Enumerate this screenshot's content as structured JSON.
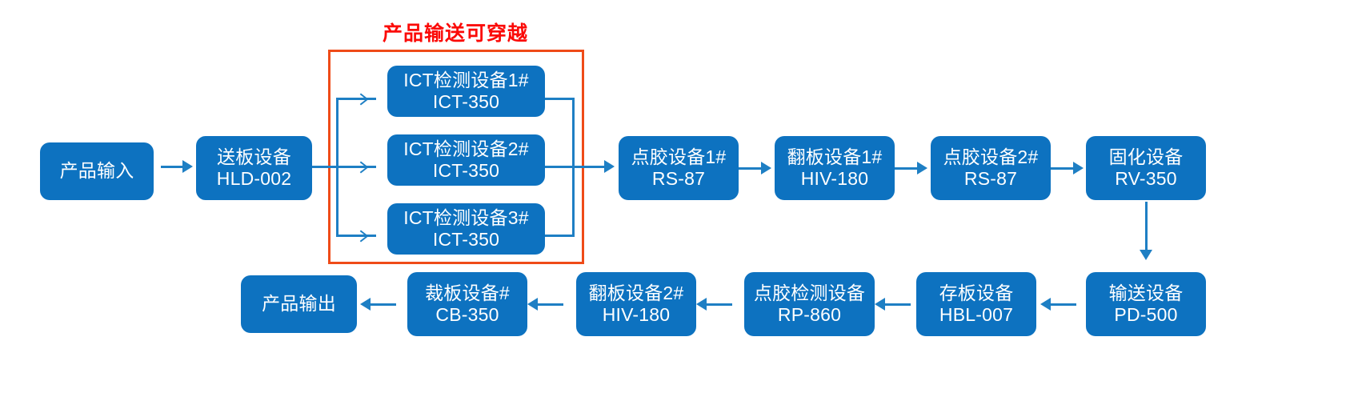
{
  "diagram": {
    "title_annotation": "产品输送可穿越",
    "colors": {
      "node_fill": "#0d72c0",
      "node_text": "#ffffff",
      "connector": "#1e7fc4",
      "highlight_border": "#ef4b18",
      "highlight_text": "#fb0a07",
      "background": "#ffffff"
    },
    "nodes": [
      {
        "id": "input",
        "line1": "产品输入",
        "line2": ""
      },
      {
        "id": "feeder",
        "line1": "送板设备",
        "line2": "HLD-002"
      },
      {
        "id": "ict1",
        "line1": "ICT检测设备1#",
        "line2": "ICT-350"
      },
      {
        "id": "ict2",
        "line1": "ICT检测设备2#",
        "line2": "ICT-350"
      },
      {
        "id": "ict3",
        "line1": "ICT检测设备3#",
        "line2": "ICT-350"
      },
      {
        "id": "glue1",
        "line1": "点胶设备1#",
        "line2": "RS-87"
      },
      {
        "id": "flip1",
        "line1": "翻板设备1#",
        "line2": "HIV-180"
      },
      {
        "id": "glue2",
        "line1": "点胶设备2#",
        "line2": "RS-87"
      },
      {
        "id": "cure",
        "line1": "固化设备",
        "line2": "RV-350"
      },
      {
        "id": "conveyor",
        "line1": "输送设备",
        "line2": "PD-500"
      },
      {
        "id": "storage",
        "line1": "存板设备",
        "line2": "HBL-007"
      },
      {
        "id": "glueins",
        "line1": "点胶检测设备",
        "line2": "RP-860"
      },
      {
        "id": "flip2",
        "line1": "翻板设备2#",
        "line2": "HIV-180"
      },
      {
        "id": "cut",
        "line1": "裁板设备#",
        "line2": "CB-350"
      },
      {
        "id": "output",
        "line1": "产品输出",
        "line2": ""
      }
    ]
  }
}
